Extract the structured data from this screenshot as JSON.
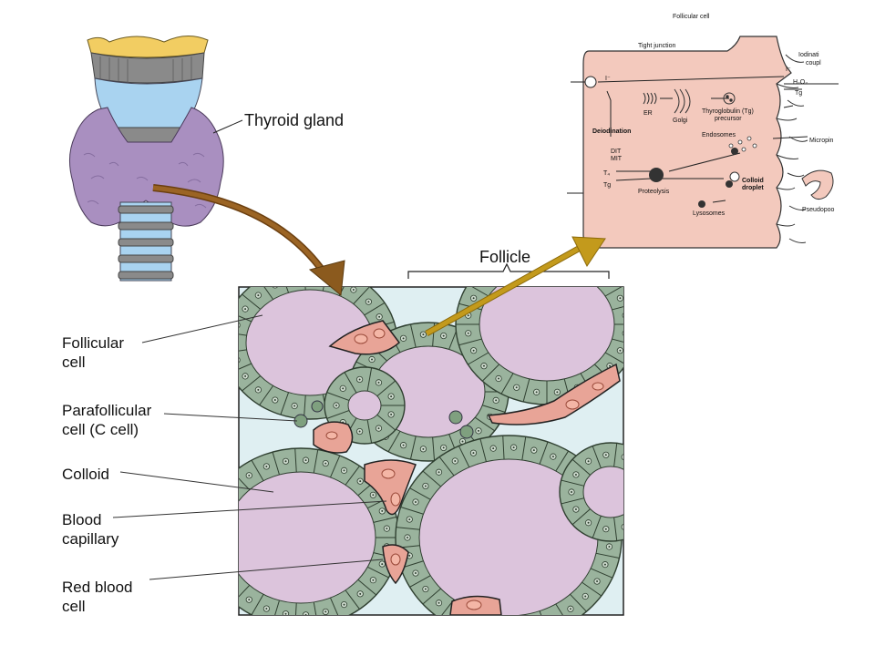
{
  "labels": {
    "thyroid_gland": "Thyroid gland",
    "follicle": "Follicle",
    "follicular_cell_1": "Follicular",
    "follicular_cell_2": "cell",
    "parafollicular_1": "Parafollicular",
    "parafollicular_2": "cell  (C cell)",
    "colloid": "Colloid",
    "blood_capillary_1": "Blood",
    "blood_capillary_2": "capillary",
    "red_blood_cell_1": "Red blood",
    "red_blood_cell_2": "cell"
  },
  "inset": {
    "follicular_cell": "Follicular cell",
    "tight_junction": "Tight junction",
    "iodination_1": "Iodinati",
    "iodination_2": "coupl",
    "iodide": "I⁻",
    "iodide2": "I⁻",
    "h2o2": "H₂O₂",
    "tg": "Tg",
    "tg2": "Tg",
    "er": "ER",
    "golgi": "Golgi",
    "thyroglobulin_1": "Thyroglobulin (Tg)",
    "thyroglobulin_2": "precursor",
    "deiodination": "Deiodination",
    "endosomes": "Endosomes",
    "micropino": "Micropin",
    "dit": "DIT",
    "mit": "MIT",
    "t4": "T₄",
    "proteolysis": "Proteolysis",
    "colloid_droplet_1": "Colloid",
    "colloid_droplet_2": "droplet",
    "lysosomes": "Lysosomes",
    "pseudopod": "Pseudopoo"
  },
  "colors": {
    "cartilage_blue": "#a9d3f0",
    "cartilage_gray": "#8a8a8a",
    "gland_purple": "#a98fc0",
    "colloid_pink": "#dcc4dc",
    "follicle_green": "#9ab39d",
    "capillary_blue": "#dff0f3",
    "rbc_pink": "#e8a497",
    "inset_pink": "#f3c9bd",
    "arrow_brown": "#8b5a1e",
    "arrow_gold": "#c39a1c"
  }
}
